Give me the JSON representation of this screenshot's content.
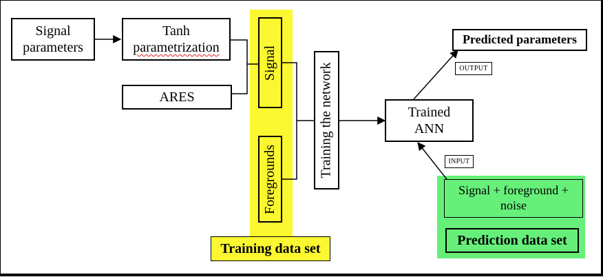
{
  "nodes": {
    "signal_parameters": [
      "Signal",
      "parameters"
    ],
    "tanh_parametrization": [
      "Tanh",
      "parametrization"
    ],
    "ares": "ARES",
    "signal": "Signal",
    "foregrounds": "Foregrounds",
    "training_network": "Training the network",
    "trained_ann": [
      "Trained",
      "ANN"
    ],
    "predicted_parameters": "Predicted parameters",
    "signal_fg_noise": [
      "Signal + foreground +",
      "noise"
    ]
  },
  "tags": {
    "output": "OUTPUT",
    "input": "INPUT"
  },
  "groups": {
    "training_data_set": "Training data set",
    "prediction_data_set": "Prediction data set"
  },
  "colors": {
    "training_highlight": "#fbf731",
    "prediction_highlight": "#66f07a",
    "squiggle": "#dd2222"
  }
}
